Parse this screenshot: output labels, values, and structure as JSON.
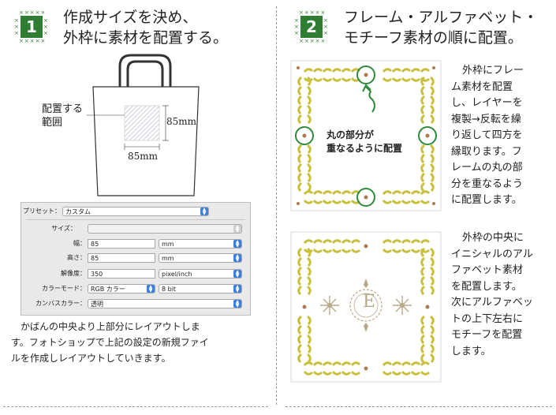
{
  "step1": {
    "number": "1",
    "heading_line1": "作成サイズを決め、",
    "heading_line2": "外枠に素材を配置する。",
    "bag_area_label_line1": "配置する",
    "bag_area_label_line2": "範囲",
    "dim_height": "85mm",
    "dim_width": "85mm",
    "body_line1": "かばんの中央より上部分にレイアウトしま",
    "body_line2": "す。フォトショップで上記の設定の新規ファイ",
    "body_line3": "ルを作成しレイアウトしていきます。"
  },
  "dialog": {
    "preset_label": "プリセット：",
    "preset_value": "カスタム",
    "size_label": "サイズ：",
    "size_value": "",
    "width_label": "幅：",
    "width_value": "85",
    "width_unit": "mm",
    "height_label": "高さ：",
    "height_value": "85",
    "height_unit": "mm",
    "resolution_label": "解像度：",
    "resolution_value": "350",
    "resolution_unit": "pixel/inch",
    "color_mode_label": "カラーモード：",
    "color_mode_value": "RGB カラー",
    "bit_depth_value": "8 bit",
    "canvas_color_label": "カンバスカラー：",
    "canvas_color_value": "透明"
  },
  "step2": {
    "number": "2",
    "heading_line1": "フレーム・アルファベット・",
    "heading_line2": "モチーフ素材の順に配置。",
    "frame_callout_line1": "丸の部分が",
    "frame_callout_line2": "重なるように配置",
    "monogram_letter": "E",
    "text1": [
      "外枠にフレー",
      "ム素材を配置",
      "し、レイヤーを",
      "複製→反転を繰",
      "り返して四方を",
      "縁取ります。フ",
      "レームの丸の部",
      "分を重なるよう",
      "に配置します。"
    ],
    "text2": [
      "外枠の中央に",
      "イニシャルのアル",
      "ファベット素材",
      "を配置します。",
      "次にアルファベッ",
      "トの上下左右に",
      "モチーフを配置",
      "します。"
    ]
  },
  "colors": {
    "accent_green": "#2e7d32",
    "leaf_yellow": "#c9c03a",
    "circle_green": "#2e8b3a",
    "motif_beige": "#b8a88a",
    "select_blue": "#3c7ee0"
  }
}
